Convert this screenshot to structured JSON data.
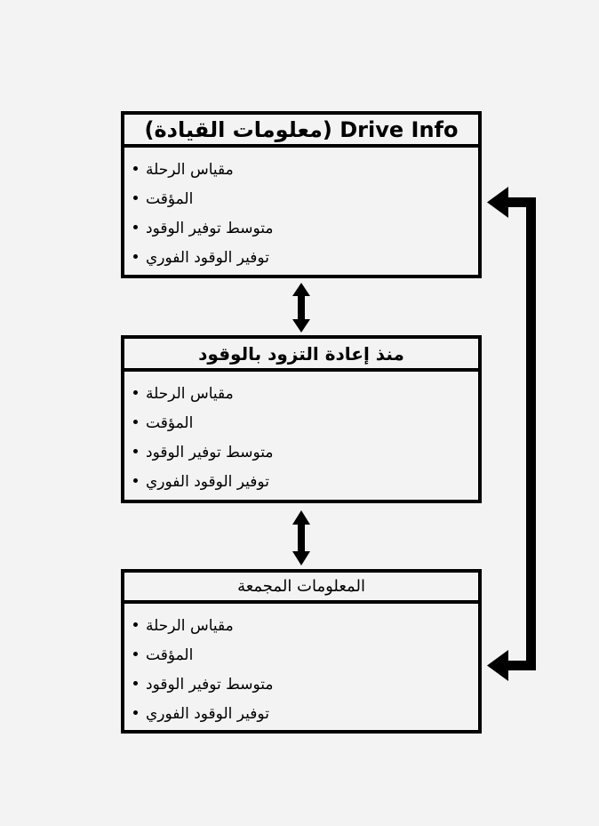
{
  "page": {
    "background_color": "#f2f3f2",
    "line_color": "#000000",
    "language": "ar",
    "direction": "rtl"
  },
  "diagram": {
    "type": "block-diagram",
    "boxes": [
      {
        "id": "drive-info",
        "title": "Drive Info (معلومات القيادة)",
        "title_weight": "bold",
        "items": [
          "مقياس الرحلة",
          "المؤقت",
          "متوسط توفير الوقود",
          "توفير الوقود الفوري"
        ]
      },
      {
        "id": "since-refuel",
        "title": "منذ إعادة التزود بالوقود",
        "title_weight": "bold",
        "items": [
          "مقياس الرحلة",
          "المؤقت",
          "متوسط توفير الوقود",
          "توفير الوقود الفوري"
        ]
      },
      {
        "id": "aggregate-info",
        "title": "المعلومات المجمعة",
        "title_weight": "regular",
        "items": [
          "مقياس الرحلة",
          "المؤقت",
          "متوسط توفير الوقود",
          "توفير الوقود الفوري"
        ]
      }
    ],
    "connectors": [
      {
        "id": "drive-info-to-since-refuel",
        "style": "vertical-double-arrow",
        "from": "drive-info",
        "to": "since-refuel"
      },
      {
        "id": "since-refuel-to-aggregate",
        "style": "vertical-double-arrow",
        "from": "since-refuel",
        "to": "aggregate-info"
      },
      {
        "id": "drive-info-to-aggregate-bracket",
        "style": "right-side-bracket-double-arrow",
        "from": "drive-info",
        "to": "aggregate-info"
      }
    ]
  }
}
